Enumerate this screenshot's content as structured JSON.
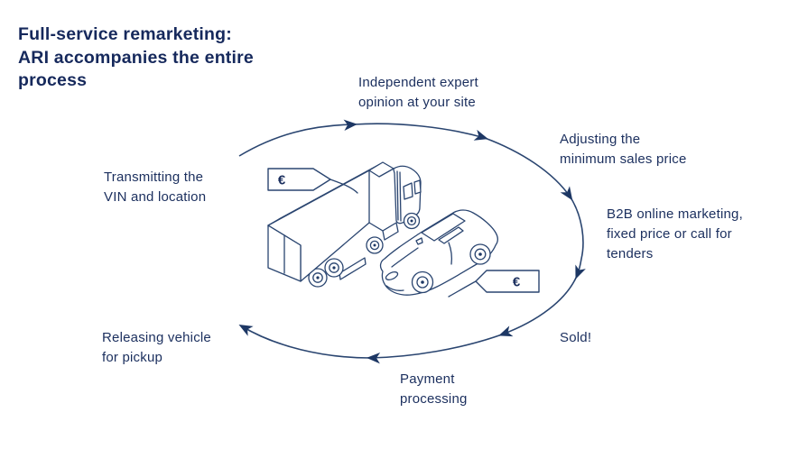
{
  "header": {
    "title": "Full-service remarketing:\nARI accompanies the entire\nprocess"
  },
  "diagram": {
    "steps": [
      "Transmitting the\nVIN and location",
      "Independent expert\nopinion at your site",
      "Adjusting the\nminimum sales price",
      "B2B online marketing,\nfixed price or call for\ntenders",
      "Sold!",
      "Payment\nprocessing",
      "Releasing vehicle\nfor pickup"
    ],
    "truck_tag_symbol": "€",
    "car_tag_symbol": "€",
    "colors": {
      "text": "#1b2f5e",
      "line_art": "#2a4570",
      "background": "#ffffff"
    }
  }
}
